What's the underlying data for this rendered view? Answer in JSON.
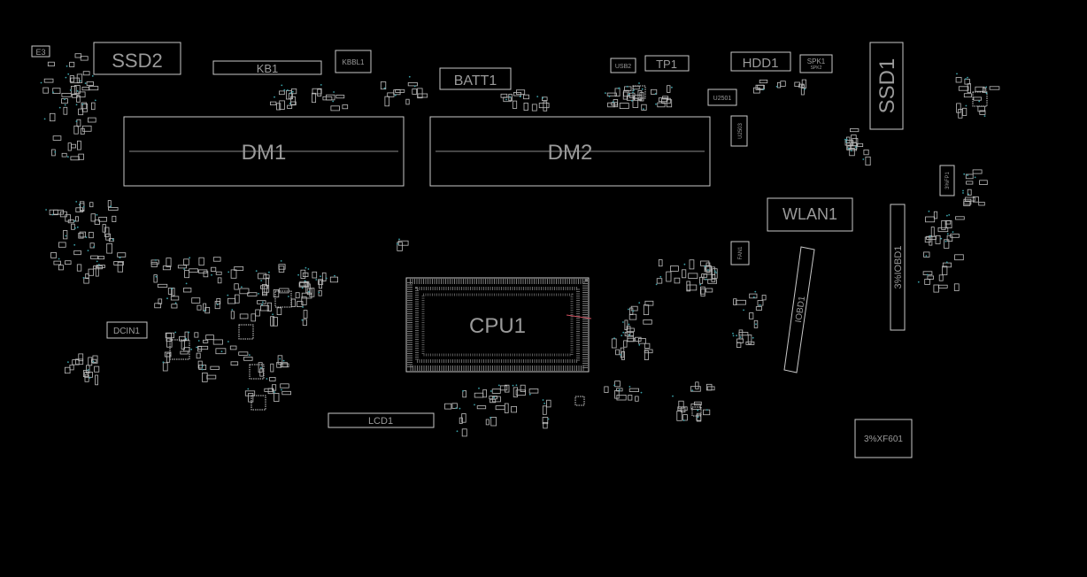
{
  "theme": {
    "background": "#000000",
    "outline_color": "#c8c8c8",
    "label_color": "#9a9a9a",
    "via_color": "#3aa0a8",
    "marker_color": "#d05060"
  },
  "components": {
    "e3": "E3",
    "ssd2": "SSD2",
    "kb1": "KB1",
    "kbbl1": "KBBL1",
    "batt1": "BATT1",
    "usb2": "USB2",
    "tp1": "TP1",
    "hdd1": "HDD1",
    "spk1": "SPK1",
    "spk2": "SPK2",
    "ssd1": "SSD1",
    "u2501": "U2501",
    "u2503": "U2503",
    "dm1": "DM1",
    "dm2": "DM2",
    "wlan1": "WLAN1",
    "fan1": "FAN1",
    "iobd1": "IOBD1",
    "iobd1_alt": "3%IOBD1",
    "fp1": "3%FP1",
    "cpu1": "CPU1",
    "dcin1": "DCIN1",
    "lcd1": "LCD1",
    "xf601": "3%XF601"
  }
}
